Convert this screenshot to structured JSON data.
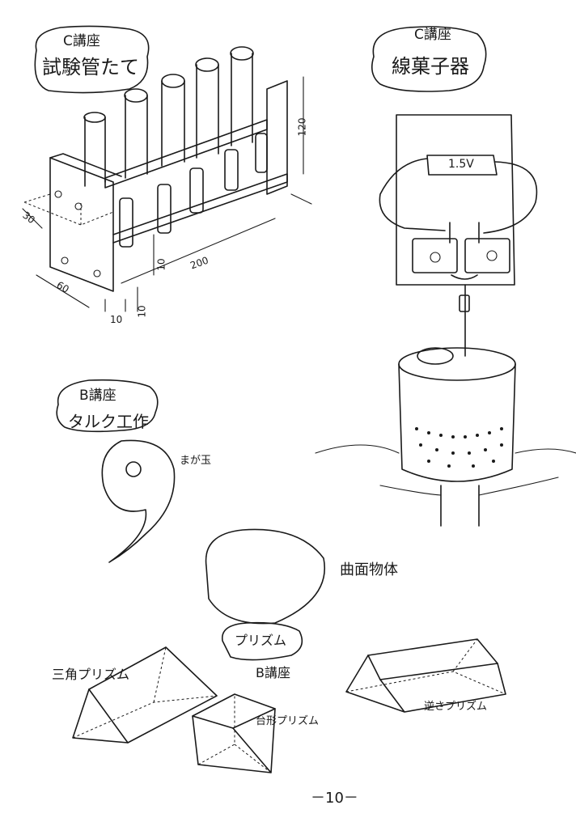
{
  "c_course_1": {
    "course": "C講座",
    "title": "試験管たて"
  },
  "c_course_2": {
    "course": "C講座",
    "title": "線菓子器",
    "battery": "1.5V"
  },
  "b_course_1": {
    "course": "B講座",
    "title": "タルク工作",
    "magatama": "まが玉",
    "curved": "曲面物体"
  },
  "b_course_2": {
    "title": "プリズム",
    "course": "B講座",
    "triangular": "三角プリズム",
    "trapezoid": "台形プリズム",
    "inverted": "逆さプリズム"
  },
  "dimensions": {
    "d30": "30",
    "d60": "60",
    "d10a": "10",
    "d10b": "10",
    "d10c": "10",
    "d200": "200",
    "d120": "120"
  },
  "page_number": "－10－"
}
